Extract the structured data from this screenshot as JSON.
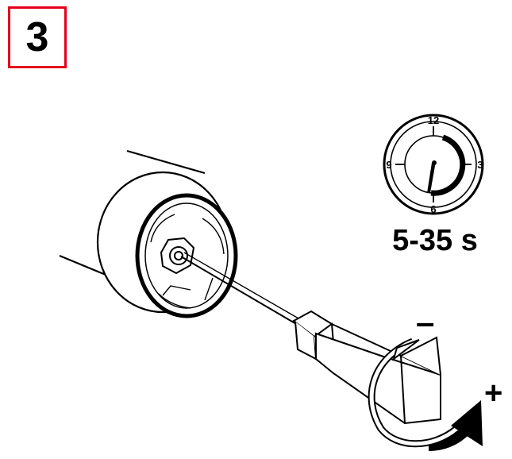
{
  "step": {
    "number": "3",
    "border_color": "#e3001b"
  },
  "timer": {
    "tick_labels": {
      "top": "12",
      "right": "3",
      "bottom": "6",
      "left": "9"
    },
    "range_label": "5-35 s"
  },
  "adjustment": {
    "decrease_sign": "–",
    "increase_sign": "+"
  },
  "icons": [
    "timer-dial-icon",
    "screwdriver-icon",
    "rotation-arrow-icon",
    "potentiometer-icon"
  ]
}
